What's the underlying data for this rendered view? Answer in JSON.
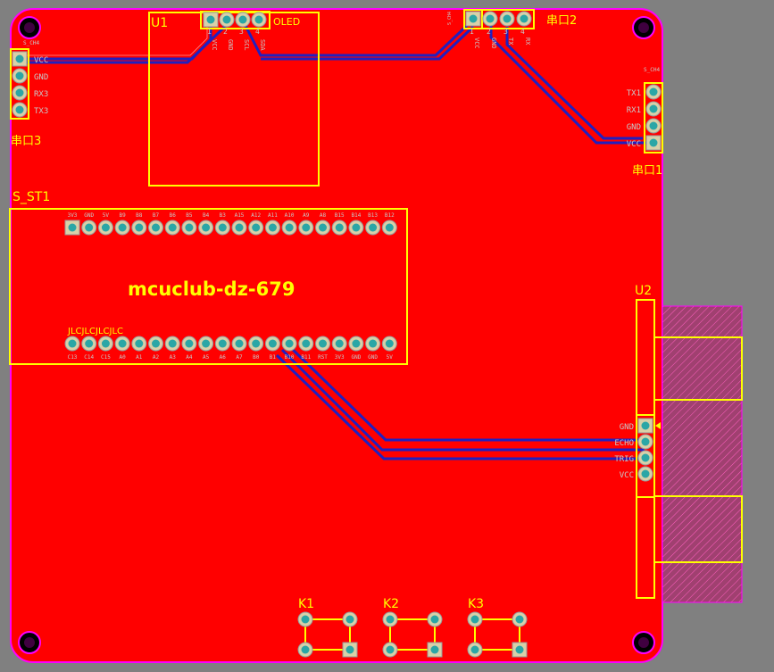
{
  "board": {
    "board_color": "#ff0000",
    "outline_color": "#ff00ff",
    "silk_color": "#ffff00",
    "trace_color": "#2020c0",
    "pad_hole_color": "#2aa6a6",
    "background_color": "#808080"
  },
  "components": {
    "u1": {
      "ref": "U1",
      "label": "OLED",
      "pins": [
        "1",
        "2",
        "3",
        "4"
      ],
      "pin_names": [
        "VCC",
        "GND",
        "SCL",
        "SDA"
      ]
    },
    "uart2": {
      "ref": "串口2",
      "header_tag": "S_CH4",
      "pins": [
        "1",
        "2",
        "3",
        "4"
      ],
      "pin_names": [
        "VCC",
        "GND",
        "TX",
        "RX"
      ]
    },
    "uart3": {
      "ref": "串口3",
      "header_tag": "S_CH4",
      "pins": [
        "VCC",
        "GND",
        "RX3",
        "TX3"
      ]
    },
    "uart1": {
      "ref": "串口1",
      "header_tag": "S_CH4",
      "pins": [
        "TX1",
        "RX1",
        "GND",
        "VCC"
      ]
    },
    "s_st1": {
      "ref": "S_ST1",
      "title": "mcuclub-dz-679",
      "subtitle": "JLCJLCJLCJLC",
      "top_pins": [
        "3V3",
        "GND",
        "5V",
        "B9",
        "B8",
        "B7",
        "B6",
        "B5",
        "B4",
        "B3",
        "A15",
        "A12",
        "A11",
        "A10",
        "A9",
        "A8",
        "B15",
        "B14",
        "B13",
        "B12"
      ],
      "bottom_pins": [
        "C13",
        "C14",
        "C15",
        "A0",
        "A1",
        "A2",
        "A3",
        "A4",
        "A5",
        "A6",
        "A7",
        "B0",
        "B1",
        "B10",
        "B11",
        "RST",
        "3V3",
        "GND",
        "GND",
        "5V"
      ]
    },
    "u2": {
      "ref": "U2",
      "pins": [
        "GND",
        "ECHO",
        "TRIG",
        "VCC"
      ]
    },
    "keys": [
      {
        "ref": "K1"
      },
      {
        "ref": "K2"
      },
      {
        "ref": "K3"
      }
    ]
  },
  "icons": {
    "mounting_hole": "mounting-hole-icon",
    "pad": "through-hole-pad-icon",
    "pin1_marker": "triangle-icon"
  }
}
